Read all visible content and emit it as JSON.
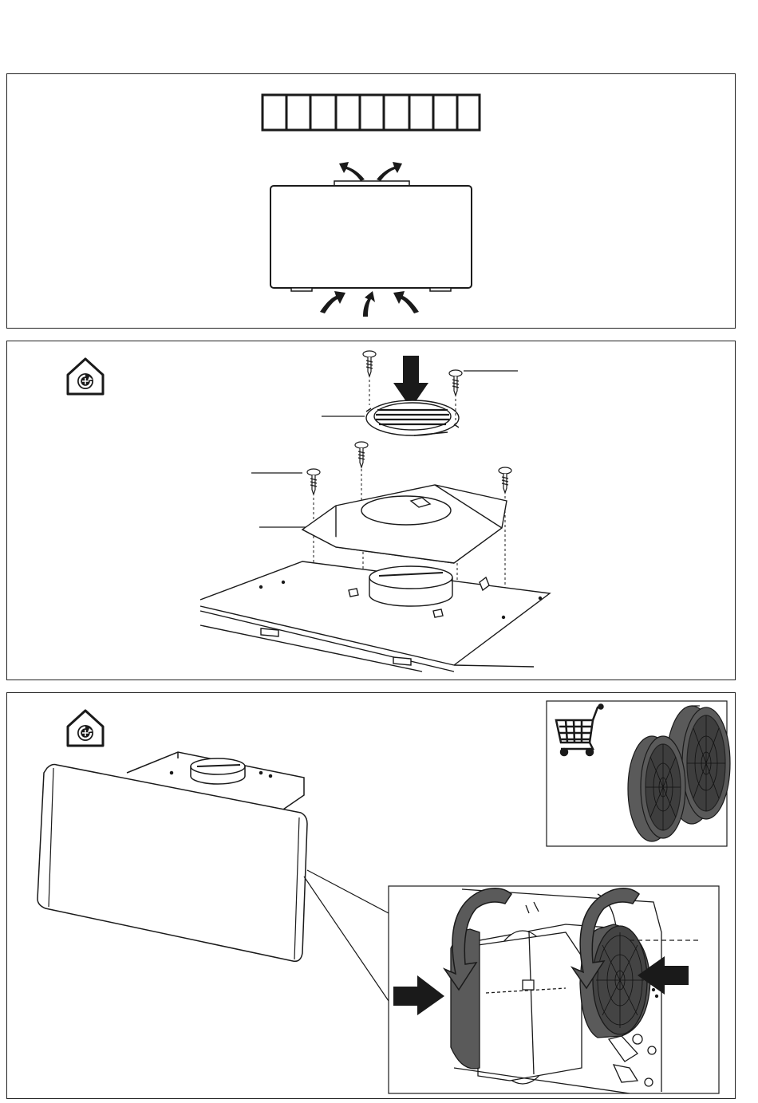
{
  "figure": {
    "panels": [
      {
        "id": "mode-overview",
        "icon": "",
        "description_visible": false
      },
      {
        "id": "ducted-outlet-assembly",
        "icon": "recirculation-house-icon"
      },
      {
        "id": "carbon-filter-install",
        "icon": "recirculation-house-icon",
        "inset_icon": "shopping-cart-icon"
      }
    ],
    "colors": {
      "line": "#1a1a1a",
      "filter_dark": "#555555",
      "arrow": "#1a1a1a",
      "background": "#ffffff"
    }
  }
}
